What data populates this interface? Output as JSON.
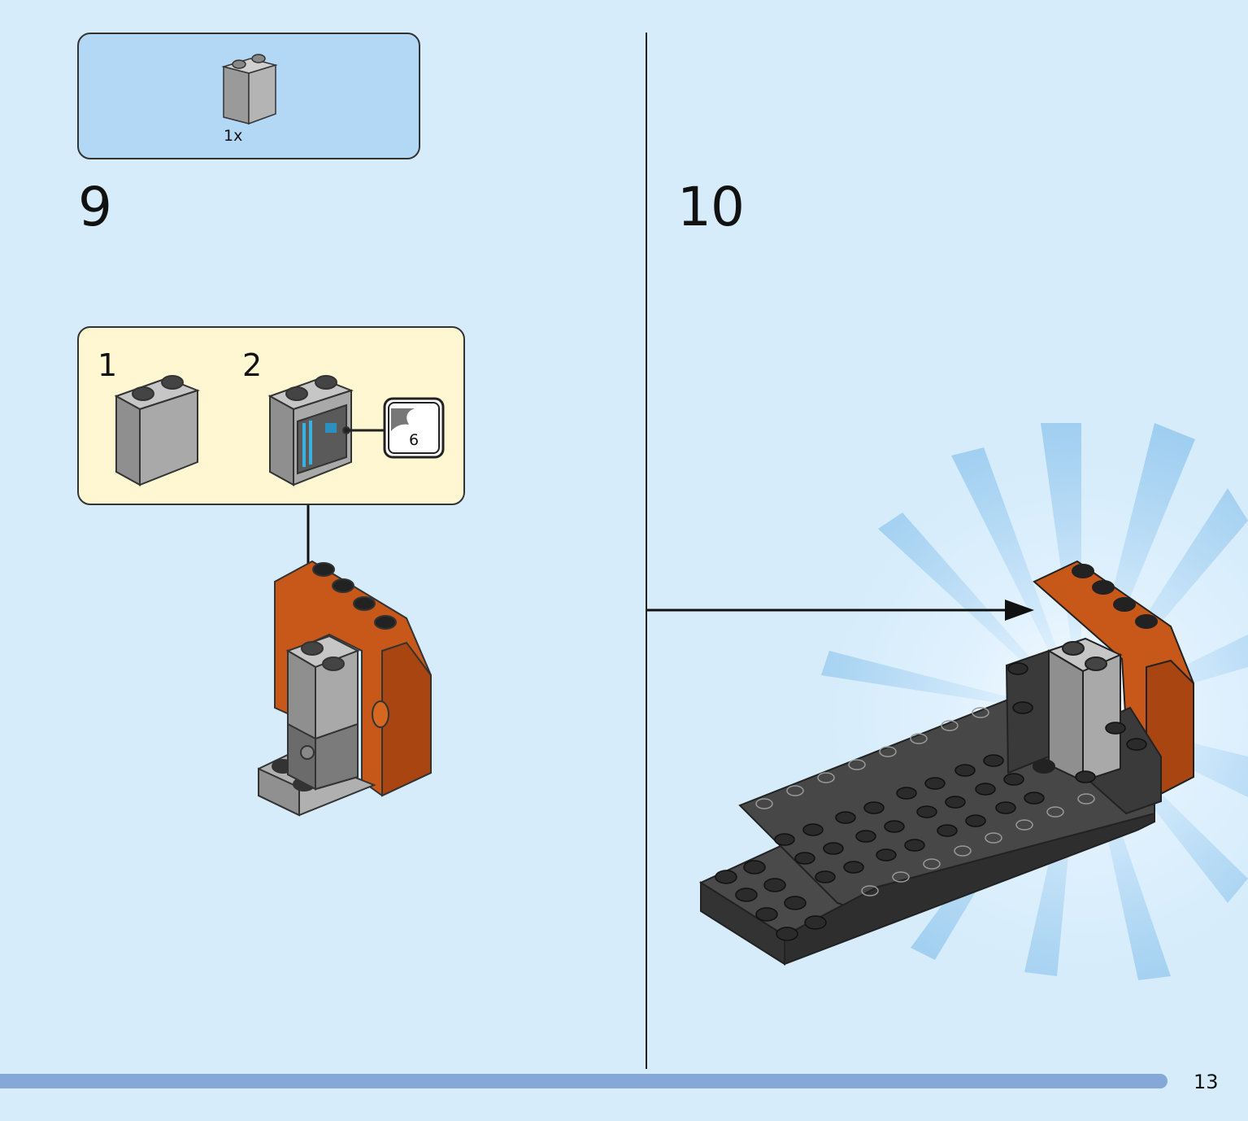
{
  "parts_list": {
    "quantity": "1x"
  },
  "steps": {
    "step9": "9",
    "step10": "10"
  },
  "substeps": {
    "one": "1",
    "two": "2",
    "sticker_number": "6"
  },
  "page": {
    "number": "13"
  },
  "colors": {
    "background": "#d6ecfb",
    "parts_box": "#b3d8f6",
    "substep_box": "#fff6d2",
    "orange": "#c8581a",
    "light_gray": "#a2a2a2",
    "dark_gray": "#3b3b3b",
    "progress": "#85a8d8",
    "burst": "#8fc6ee"
  }
}
